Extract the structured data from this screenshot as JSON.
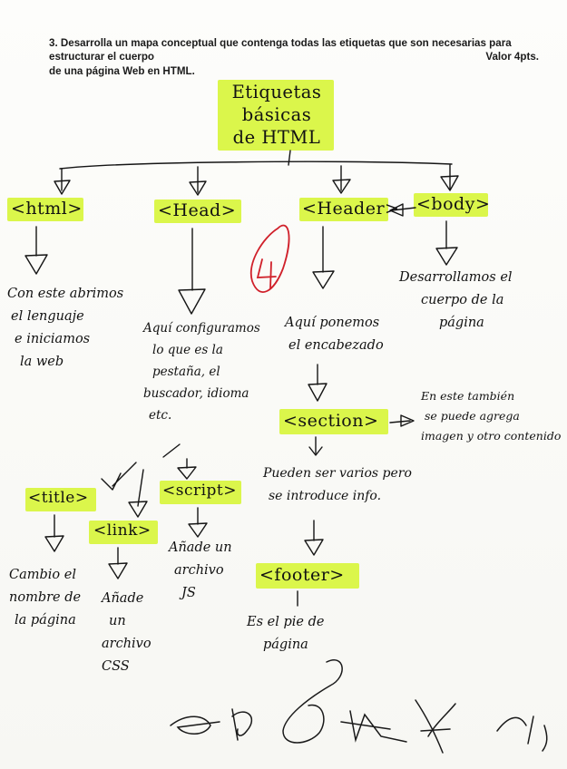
{
  "question": {
    "line1": "3. Desarrolla un mapa conceptual que contenga todas las etiquetas que son necesarias para estructurar el cuerpo",
    "line2": "de una página Web en HTML.",
    "points": "Valor 4pts."
  },
  "grade": "4",
  "nodes": {
    "root": [
      "Etiquetas",
      "básicas",
      "de HTML"
    ],
    "html": "<html>",
    "head": "<Head>",
    "header": "<Header>",
    "body": "<body>",
    "section": "<section>",
    "title": "<title>",
    "link": "<link>",
    "script": "<script>",
    "footer": "<footer>"
  },
  "notes": {
    "html": [
      "Con este abrimos",
      "el lenguaje",
      "e iniciamos",
      "la web"
    ],
    "head": [
      "Aquí configuramos",
      "lo que es la",
      "pestaña, el",
      "buscador, idioma",
      "etc."
    ],
    "header": [
      "Aquí ponemos",
      "el encabezado"
    ],
    "body": [
      "Desarrollamos el",
      "cuerpo de la",
      "página"
    ],
    "section": [
      "En este también",
      "se puede agrega",
      "imagen y otro contenido"
    ],
    "section_more": [
      "Pueden ser varios pero",
      "se introduce info."
    ],
    "title": [
      "Cambio el",
      "nombre de",
      "la página"
    ],
    "link": [
      "Añade",
      "un",
      "archivo",
      "CSS"
    ],
    "script": [
      "Añade un",
      "archivo",
      "JS"
    ],
    "footer": [
      "Es el pie de",
      "página"
    ]
  },
  "colors": {
    "highlight": "#d8f53c",
    "ink": "#121212",
    "grade": "#d0202a"
  }
}
